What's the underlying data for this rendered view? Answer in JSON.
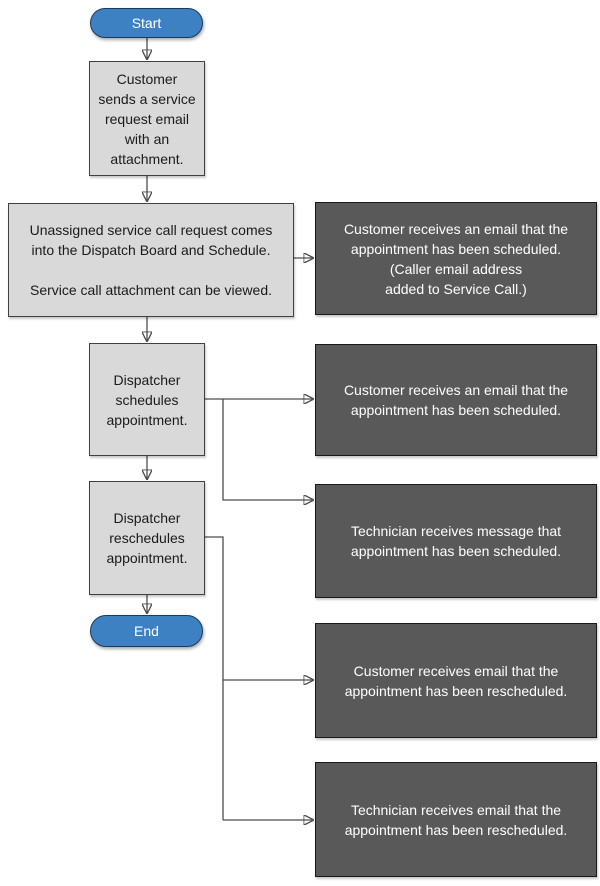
{
  "flowchart": {
    "start": {
      "label": "Start"
    },
    "end": {
      "label": "End"
    },
    "process_steps": [
      {
        "id": "customer-sends-request",
        "text": "Customer\nsends a service\nrequest email\nwith an\nattachment."
      },
      {
        "id": "unassigned-service-call",
        "text": "Unassigned service call request comes\ninto the Dispatch Board and Schedule.\n\nService call attachment can be viewed."
      },
      {
        "id": "dispatcher-schedules",
        "text": "Dispatcher\nschedules\nappointment."
      },
      {
        "id": "dispatcher-reschedules",
        "text": "Dispatcher\nreschedules\nappointment."
      }
    ],
    "outcomes": [
      {
        "id": "customer-email-scheduled-caller-added",
        "text": "Customer receives an email that the\nappointment has been scheduled.\n(Caller email address\nadded to Service Call.)"
      },
      {
        "id": "customer-email-scheduled",
        "text": "Customer receives an email that the\nappointment has been scheduled."
      },
      {
        "id": "technician-message-scheduled",
        "text": "Technician receives message that\nappointment has been scheduled."
      },
      {
        "id": "customer-email-rescheduled",
        "text": "Customer receives email that the\nappointment has been rescheduled."
      },
      {
        "id": "technician-email-rescheduled",
        "text": "Technician receives email that the\nappointment has been rescheduled."
      }
    ],
    "colors": {
      "terminator_fill": "#3E81C3",
      "terminator_border": "#1B3A5C",
      "process_fill": "#D9D9D9",
      "process_border": "#404040",
      "outcome_fill": "#595959",
      "outcome_border": "#1A1A1A",
      "connector_line": "#4D4D4D",
      "arrowhead": "#1A1A1A"
    }
  }
}
